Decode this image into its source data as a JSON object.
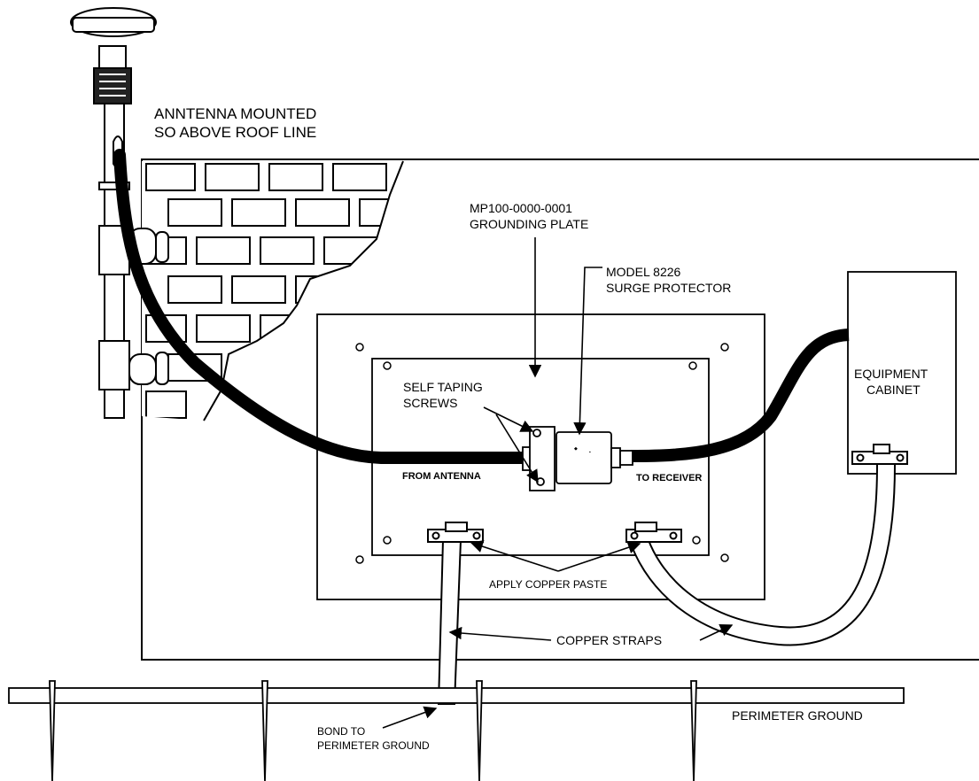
{
  "labels": {
    "antenna_line1": "ANNTENNA MOUNTED",
    "antenna_line2": "SO ABOVE ROOF LINE",
    "plate_line1": "MP100-0000-0001",
    "plate_line2": "GROUNDING PLATE",
    "surge_line1": "MODEL 8226",
    "surge_line2": "SURGE PROTECTOR",
    "screws_line1": "SELF TAPING",
    "screws_line2": "SCREWS",
    "cabinet_line1": "EQUIPMENT",
    "cabinet_line2": "CABINET",
    "from_antenna": "FROM ANTENNA",
    "to_receiver": "TO RECEIVER",
    "copper_paste": "APPLY COPPER PASTE",
    "copper_straps": "COPPER STRAPS",
    "bond_line1": "BOND TO",
    "bond_line2": "PERIMETER GROUND",
    "perimeter_ground": "PERIMETER GROUND"
  }
}
